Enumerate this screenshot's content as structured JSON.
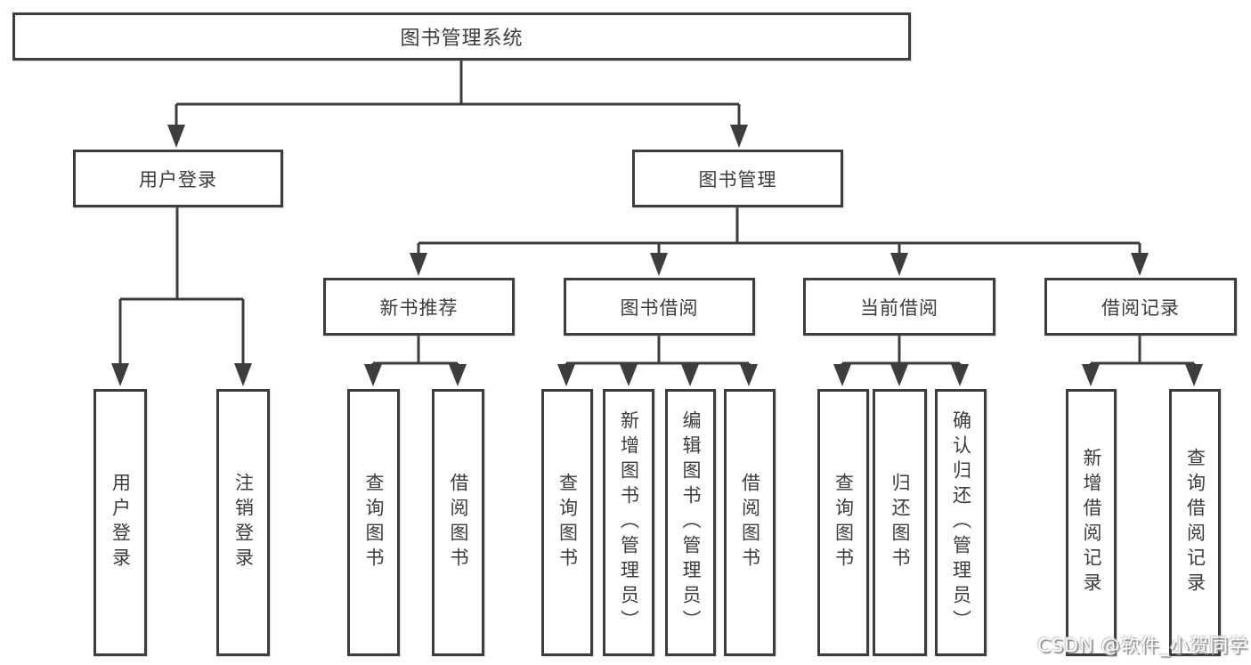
{
  "watermark": "CSDN @软件_小贺同学",
  "colors": {
    "line": "#3d3d3d",
    "text": "#3c3c3c",
    "background": "#ffffff",
    "watermark_gray": "#8f8f8f"
  },
  "nodes": {
    "root": "图书管理系统",
    "level2": {
      "user_login": "用户登录",
      "book_management": "图书管理"
    },
    "level3": {
      "new_book_recommend": "新书推荐",
      "book_borrow": "图书借阅",
      "current_borrow": "当前借阅",
      "borrow_records": "借阅记录"
    },
    "leaves": {
      "user_login": "用户登录",
      "logout": "注销登录",
      "query_books_recommend": "查询图书",
      "borrow_books_recommend": "借阅图书",
      "query_books_borrow": "查询图书",
      "add_book_admin": "新增图书（管理员）",
      "edit_book_admin": "编辑图书（管理员）",
      "borrow_books_borrow": "借阅图书",
      "query_books_current": "查询图书",
      "return_book": "归还图书",
      "confirm_return_admin": "确认归还（管理员）",
      "add_borrow_record": "新增借阅记录",
      "query_borrow_record": "查询借阅记录"
    }
  }
}
